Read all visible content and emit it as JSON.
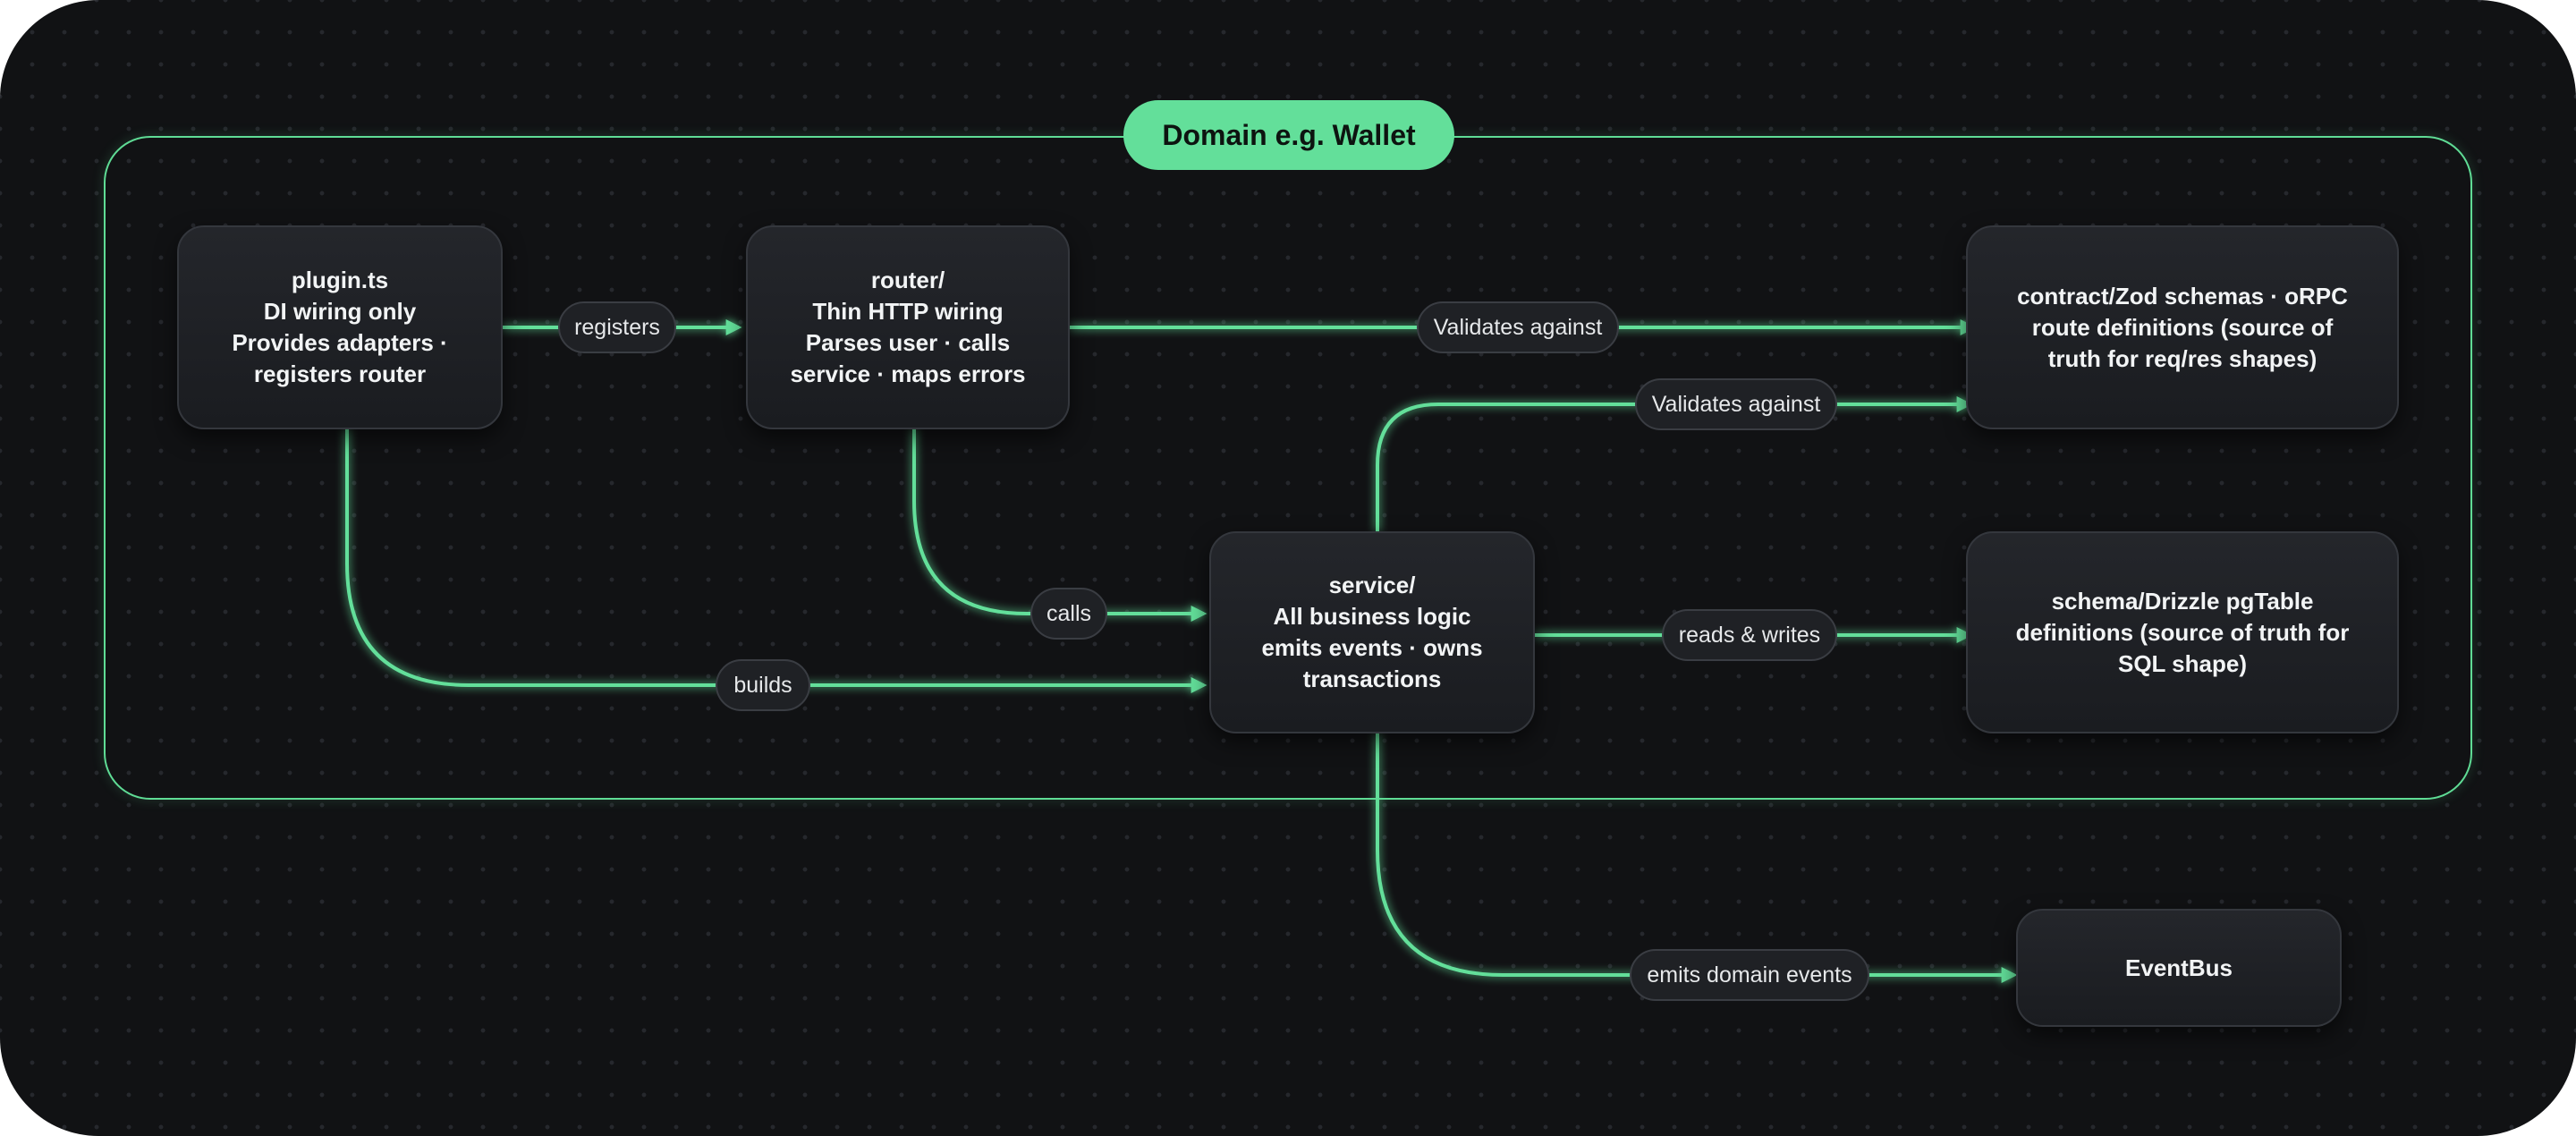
{
  "container": {
    "title": "Domain e.g. Wallet"
  },
  "nodes": {
    "plugin": {
      "lines": [
        "plugin.ts",
        "DI wiring only",
        "Provides adapters ·",
        "registers router"
      ]
    },
    "router": {
      "lines": [
        "router/",
        "Thin HTTP wiring",
        "Parses user · calls",
        "service · maps errors"
      ]
    },
    "contract": {
      "lines": [
        "contract/Zod schemas · oRPC",
        "route definitions (source of",
        "truth for req/res shapes)"
      ]
    },
    "service": {
      "lines": [
        "service/",
        "All business logic",
        "emits events · owns",
        "transactions"
      ]
    },
    "schema": {
      "lines": [
        "schema/Drizzle pgTable",
        "definitions (source of truth for",
        "SQL shape)"
      ]
    },
    "eventbus": {
      "lines": [
        "EventBus"
      ]
    }
  },
  "edges": {
    "registers": "registers",
    "validates_router": "Validates against",
    "validates_service": "Validates against",
    "calls": "calls",
    "builds": "builds",
    "reads_writes": "reads & writes",
    "emits": "emits domain events"
  },
  "colors": {
    "edge": "#63df9a",
    "background": "#111214",
    "node": "#1f2125"
  }
}
